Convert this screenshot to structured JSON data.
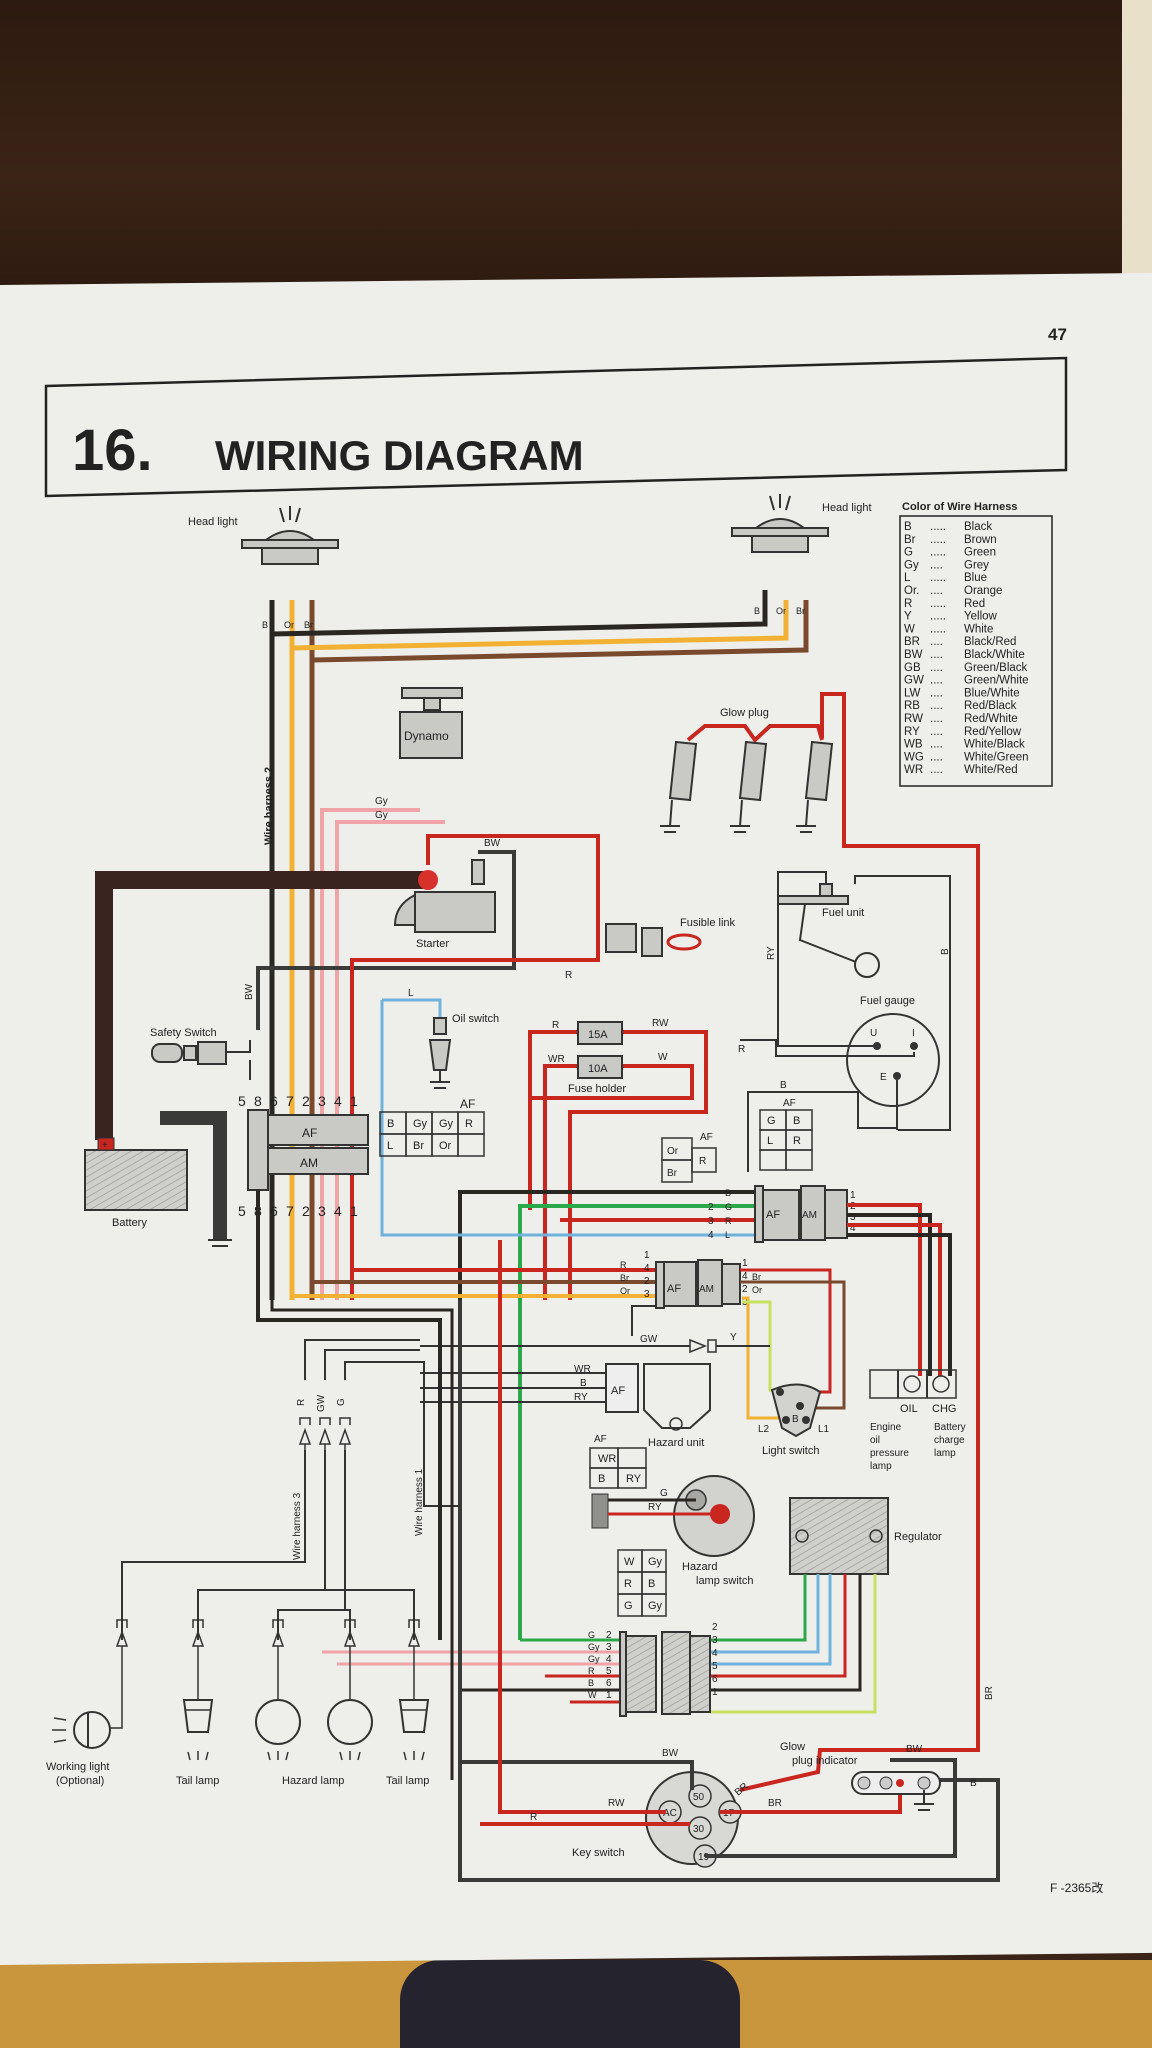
{
  "page": {
    "page_number": "47",
    "section_number": "16.",
    "title": "WIRING DIAGRAM",
    "figure_code": "F -2365改"
  },
  "legend": {
    "title": "Color of Wire Harness",
    "entries": [
      {
        "code": "B",
        "dots": ".....",
        "color": "Black"
      },
      {
        "code": "Br",
        "dots": ".....",
        "color": "Brown"
      },
      {
        "code": "G",
        "dots": ".....",
        "color": "Green"
      },
      {
        "code": "Gy",
        "dots": "....",
        "color": "Grey"
      },
      {
        "code": "L",
        "dots": ".....",
        "color": "Blue"
      },
      {
        "code": "Or.",
        "dots": "....",
        "color": "Orange"
      },
      {
        "code": "R",
        "dots": ".....",
        "color": "Red"
      },
      {
        "code": "Y",
        "dots": ".....",
        "color": "Yellow"
      },
      {
        "code": "W",
        "dots": ".....",
        "color": "White"
      },
      {
        "code": "BR",
        "dots": "....",
        "color": "Black/Red"
      },
      {
        "code": "BW",
        "dots": "....",
        "color": "Black/White"
      },
      {
        "code": "GB",
        "dots": "....",
        "color": "Green/Black"
      },
      {
        "code": "GW",
        "dots": "....",
        "color": "Green/White"
      },
      {
        "code": "LW",
        "dots": "....",
        "color": "Blue/White"
      },
      {
        "code": "RB",
        "dots": "....",
        "color": "Red/Black"
      },
      {
        "code": "RW",
        "dots": "....",
        "color": "Red/White"
      },
      {
        "code": "RY",
        "dots": "....",
        "color": "Red/Yellow"
      },
      {
        "code": "WB",
        "dots": "....",
        "color": "White/Black"
      },
      {
        "code": "WG",
        "dots": "....",
        "color": "White/Green"
      },
      {
        "code": "WR",
        "dots": "....",
        "color": "White/Red"
      }
    ]
  },
  "wire_colors": {
    "black": "#2a2622",
    "brown": "#7a4a2e",
    "orange": "#f2b132",
    "red": "#c8261f",
    "pink": "#f0a4a8",
    "blue": "#6fb2dc",
    "green": "#2aa84a",
    "yellow_green": "#c6e060",
    "dark_brown": "#3a2420"
  },
  "components": {
    "head_light_left": "Head light",
    "head_light_right": "Head light",
    "dynamo": "Dynamo",
    "starter": "Starter",
    "glow_plug": "Glow plug",
    "fusible_link": "Fusible link",
    "fuel_unit": "Fuel unit",
    "fuel_gauge": "Fuel gauge",
    "fuel_gauge_terminals": [
      "U",
      "I",
      "E"
    ],
    "safety_switch": "Safety Switch",
    "oil_switch": "Oil switch",
    "fuse_holder": "Fuse holder",
    "fuse_15a": "15A",
    "fuse_10a": "10A",
    "battery": "Battery",
    "battery_plus": "+",
    "wire_harness_1": "Wire harness 1",
    "wire_harness_2": "Wire harness 2",
    "wire_harness_3": "Wire harness 3",
    "hazard_unit": "Hazard unit",
    "light_switch": "Light switch",
    "light_switch_terminals": [
      "L2",
      "B",
      "L1"
    ],
    "oil_lamp_label": "OIL",
    "chg_lamp_label": "CHG",
    "engine_oil_lamp": [
      "Engine",
      "oil",
      "pressure",
      "lamp"
    ],
    "battery_charge_lamp": [
      "Battery",
      "charge",
      "lamp"
    ],
    "hazard_lamp_switch": [
      "Hazard",
      "lamp switch"
    ],
    "regulator": "Regulator",
    "glow_plug_indicator": [
      "Glow",
      "plug indicator"
    ],
    "key_switch": "Key switch",
    "key_switch_terminals": [
      "50",
      "AC",
      "30",
      "17",
      "19"
    ],
    "working_light": [
      "Working light",
      "(Optional)"
    ],
    "tail_lamp_left": "Tail lamp",
    "hazard_lamp": "Hazard lamp",
    "tail_lamp_right": "Tail lamp",
    "af": "AF",
    "am": "AM"
  },
  "connectors": {
    "main_af_grid": {
      "label": "AF",
      "rows": [
        [
          "B",
          "Gy",
          "Gy",
          "R"
        ],
        [
          "L",
          "Br",
          "Or",
          ""
        ]
      ]
    },
    "fuel_af_grid": {
      "label": "AF",
      "rows": [
        [
          "G",
          "B"
        ],
        [
          "L",
          "R"
        ],
        [
          "",
          ""
        ]
      ]
    },
    "or_br_af": {
      "label": "AF",
      "cells": [
        "Or",
        "Br",
        "R"
      ]
    },
    "hazard_af_grid": {
      "label": "AF",
      "rows": [
        [
          "WR",
          ""
        ],
        [
          "B",
          "RY"
        ]
      ]
    },
    "key_af_grid": {
      "rows": [
        [
          "W",
          "Gy"
        ],
        [
          "R",
          "B"
        ],
        [
          "G",
          "Gy"
        ]
      ]
    },
    "main_pins_top": [
      "5",
      "8",
      "6",
      "7",
      "2",
      "3",
      "4",
      "1"
    ],
    "main_pins_bottom": [
      "5",
      "8",
      "6",
      "7",
      "2",
      "3",
      "4",
      "1"
    ]
  },
  "wire_labels": {
    "head_left": [
      "B",
      "Or",
      "Br"
    ],
    "head_right": [
      "B",
      "Or",
      "Br"
    ],
    "dynamo": [
      "Gy",
      "Gy"
    ],
    "starter_bw": "BW",
    "safety_bw": "BW",
    "fusible_r": "R",
    "oil_l": "L",
    "fuse_r": "R",
    "fuse_rw": "RW",
    "fuse_wr": "WR",
    "fuse_w": "W",
    "fuel_r": "R",
    "fuel_ry": "RY",
    "fuel_b": "B",
    "fuel_af_b": "B",
    "connector2_left": [
      "B",
      "G",
      "R",
      "L"
    ],
    "connector2_pins_left": [
      "2",
      "3",
      "4"
    ],
    "connector2_pins_right": [
      "1",
      "2",
      "3",
      "4"
    ],
    "connector3_left": [
      "R",
      "Br",
      "Or"
    ],
    "connector3_pins_left": [
      "1",
      "4",
      "2",
      "3"
    ],
    "connector3_right": [
      "Br",
      "Or"
    ],
    "connector3_pins_right": [
      "1",
      "4",
      "2",
      "3"
    ],
    "gw": "GW",
    "y": "Y",
    "hazard_unit_wires": [
      "WR",
      "B",
      "RY"
    ],
    "hazard_switch_wires": [
      "G",
      "RY"
    ],
    "key_conn_left": [
      "G",
      "Gy",
      "Gy",
      "R",
      "B",
      "W"
    ],
    "key_conn_pins": [
      "2",
      "3",
      "4",
      "5",
      "6",
      "1"
    ],
    "key_conn_right_pins": [
      "2",
      "3",
      "4",
      "5",
      "6",
      "1"
    ],
    "rear_harness": [
      "R",
      "GW",
      "G"
    ],
    "key_bw": "BW",
    "key_rw": "RW",
    "key_br1": "BR",
    "key_br2": "BR",
    "key_r": "R",
    "glow_bw": "BW",
    "glow_b": "B",
    "right_br": "BR"
  }
}
